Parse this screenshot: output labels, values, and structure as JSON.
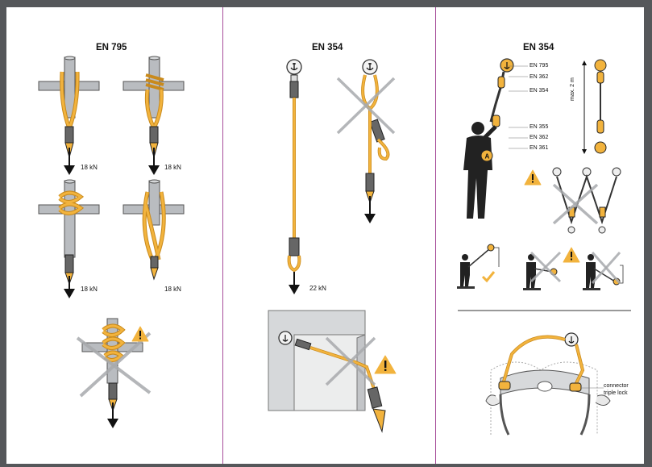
{
  "panels": [
    {
      "title": "EN 795",
      "loads": [
        "18 kN",
        "18 kN",
        "18 kN",
        "18 kN"
      ]
    },
    {
      "title": "EN 354",
      "loads": [
        "22 kN"
      ]
    },
    {
      "title": "EN 354",
      "standards_top": [
        "EN 795",
        "EN 362",
        "EN 354"
      ],
      "standards_bottom": [
        "EN 355",
        "EN 362",
        "EN 361"
      ],
      "max_length": "max. 2 m",
      "anchor_letter": "A",
      "connector_label": [
        "connector",
        "triple lock"
      ]
    }
  ],
  "colors": {
    "rope": "#f2b33d",
    "rope_dark": "#c98a1c",
    "pipe": "#b9bcc0",
    "warning": "#f2b33d",
    "cross": "#a8aaad",
    "divider": "#a64d9a",
    "check": "#f2b33d"
  },
  "icons": [
    "warning-triangle-icon",
    "cross-icon",
    "check-icon",
    "anchor-icon",
    "arrow-down-icon"
  ]
}
